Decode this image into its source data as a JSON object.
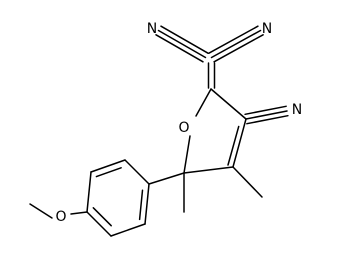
{
  "structure": {
    "atoms": {
      "n_left": "N",
      "n_right": "N",
      "n_ring": "N",
      "ring_oxygen": "O",
      "methoxy_oxygen": "O"
    },
    "colors": {
      "ink": "#000000",
      "background": "#ffffff"
    }
  }
}
